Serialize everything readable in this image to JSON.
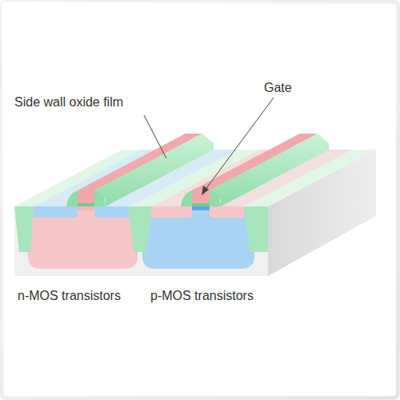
{
  "diagram": {
    "labels": [
      "Side wall oxide film",
      "Gate",
      "n-MOS transistors",
      "p-MOS transistors"
    ]
  }
}
